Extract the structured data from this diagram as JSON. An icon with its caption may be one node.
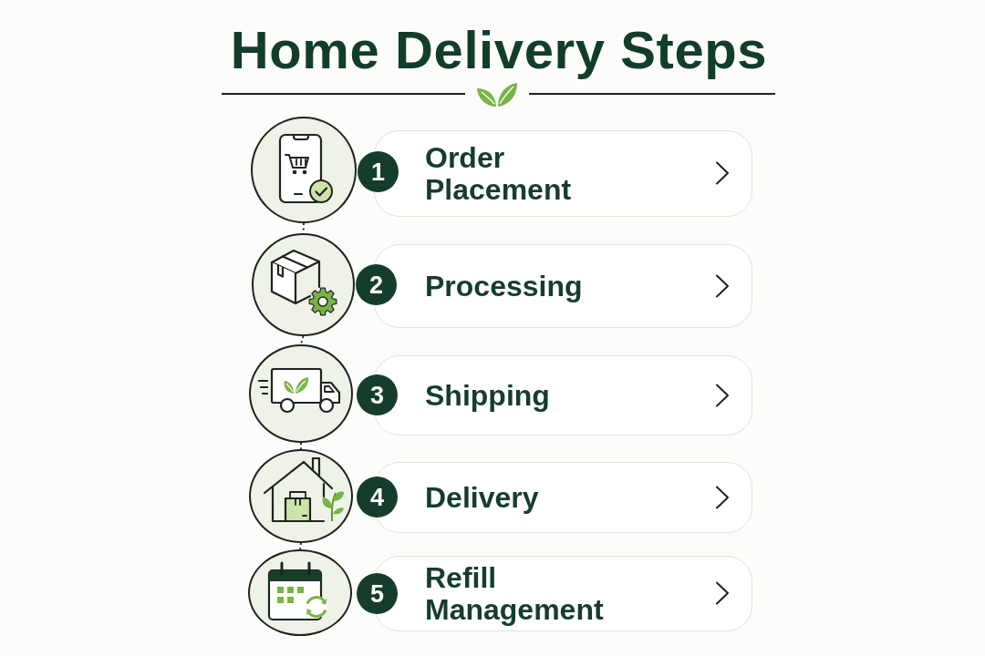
{
  "diagram": {
    "title": "Home Delivery Steps",
    "nodes": [
      {
        "text": [],
        "shape": "circle"
      },
      {
        "text": [
          "1"
        ]
      },
      {
        "text": [
          "Order Placement"
        ]
      },
      {
        "text": [],
        "shape": "circle"
      },
      {
        "text": [
          "2"
        ]
      },
      {
        "text": [
          "Processing"
        ]
      },
      {
        "text": [],
        "shape": "circle"
      },
      {
        "text": [
          "3"
        ]
      },
      {
        "text": [
          "Shipping"
        ]
      },
      {
        "text": [],
        "shape": "circle"
      },
      {
        "text": [
          "4"
        ]
      },
      {
        "text": [
          "Delivery"
        ]
      },
      {
        "text": [],
        "shape": "circle"
      },
      {
        "text": [
          "5"
        ]
      },
      {
        "text": [
          "Refill Management"
        ]
      }
    ],
    "edges": [
      {
        "from": 0,
        "to": 3,
        "arrow": "none",
        "style": "dashed"
      },
      {
        "from": 3,
        "to": 6,
        "arrow": "none",
        "style": "dashed"
      },
      {
        "from": 6,
        "to": 9,
        "arrow": "none",
        "style": "dashed"
      },
      {
        "from": 9,
        "to": 12,
        "arrow": "none",
        "style": "dashed"
      }
    ]
  }
}
